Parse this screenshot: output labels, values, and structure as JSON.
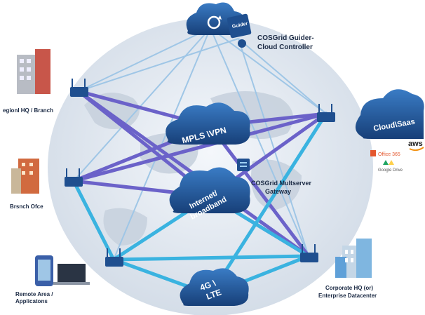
{
  "colors": {
    "globe": "#e6ecf3",
    "mesh_purple": "#6b62c9",
    "link_blue": "#3ab3e0",
    "cloud_dark": "#1f4f8f",
    "cloud_light": "#2f6fb8",
    "aws_orange": "#f29111"
  },
  "labels": {
    "controller": [
      "COSGrid Guider-",
      "Cloud Controller"
    ],
    "controller_badge": "Guider",
    "gateway": [
      "COSGrid Multserver",
      "Gateway"
    ],
    "regional": "egionl HQ / Branch",
    "branch": "Brsnch Ofce",
    "remote": [
      "Remote Area /",
      "Applicatons"
    ],
    "corporate": [
      "Corporate HQ (or)",
      "Enterprise  Datacenter"
    ]
  },
  "clouds": {
    "mpls": "MPLS \\VPN",
    "internet": [
      "Internet/",
      "broadband"
    ],
    "lte": [
      "4G \\",
      "LTE"
    ],
    "saas": "Cloud\\Saas"
  },
  "saas_logos": {
    "aws": "aws",
    "office": "Office 365",
    "gdrive": "Google Drive"
  },
  "icons": {
    "top": "sync-cloud-icon",
    "router": "router-icon",
    "gateway": "gateway-server-icon"
  }
}
